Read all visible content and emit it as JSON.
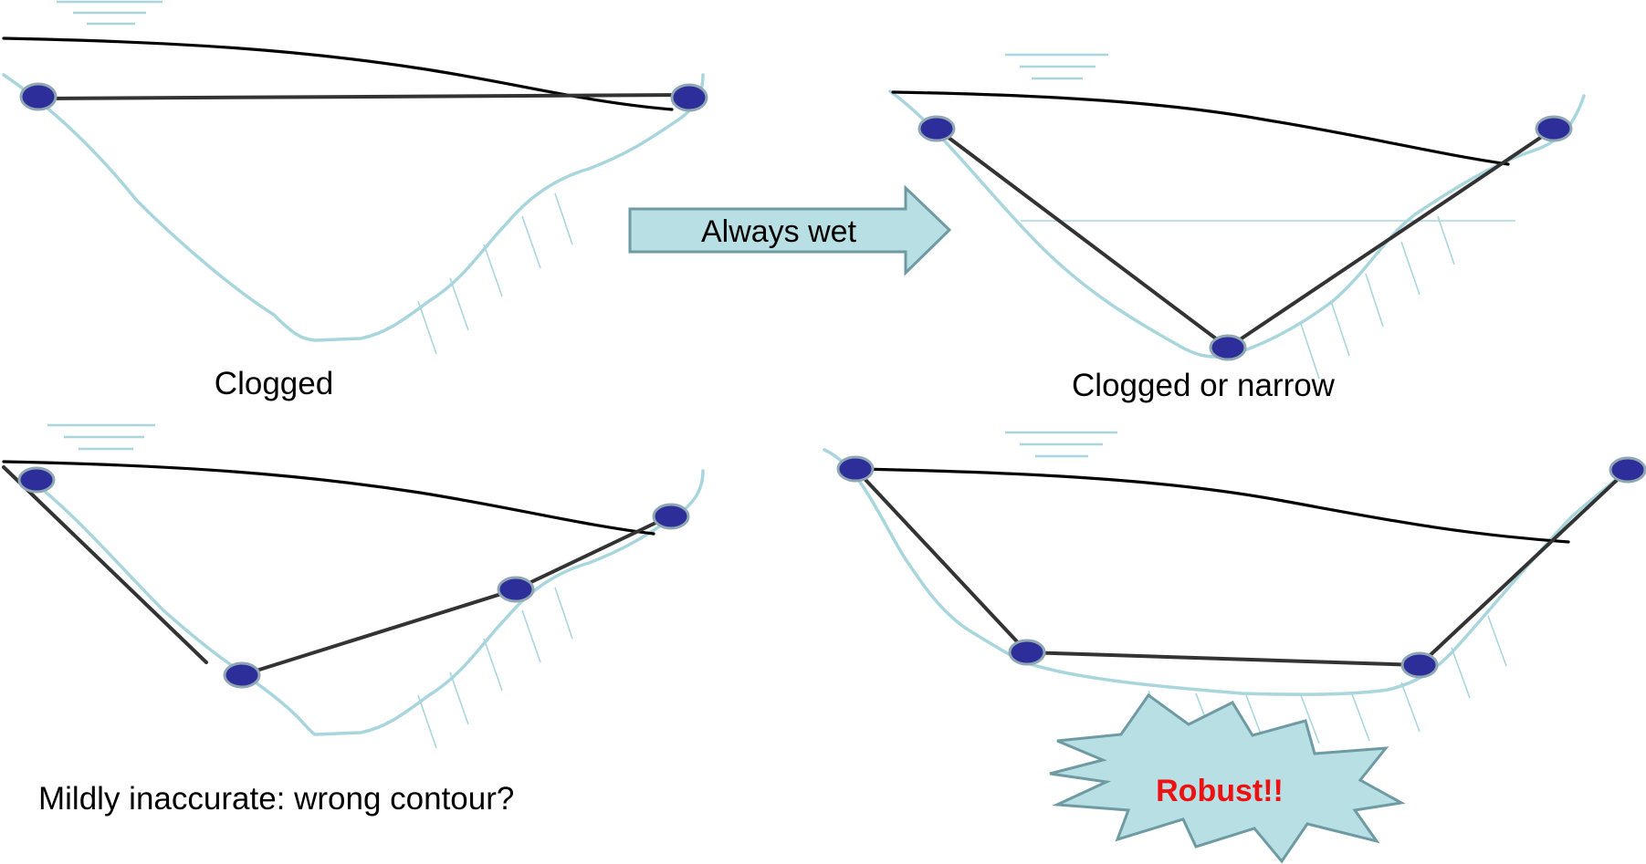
{
  "panels": [
    {
      "id": "top-left",
      "caption": "Clogged"
    },
    {
      "id": "top-right",
      "caption": "Clogged or narrow"
    },
    {
      "id": "bottom-left",
      "caption": "Mildly inaccurate: wrong contour?"
    },
    {
      "id": "bottom-right",
      "caption": ""
    }
  ],
  "arrow": {
    "label": "Always wet"
  },
  "burst": {
    "label": "Robust!!"
  },
  "colors": {
    "channel": "#a9d6dd",
    "node_fill": "#2e2e9a",
    "node_outline": "#8fa7b3",
    "pipe": "#333333",
    "water_surface": "#000000",
    "callout_fill": "#b8dfe3",
    "robust_text": "#ee1111"
  }
}
